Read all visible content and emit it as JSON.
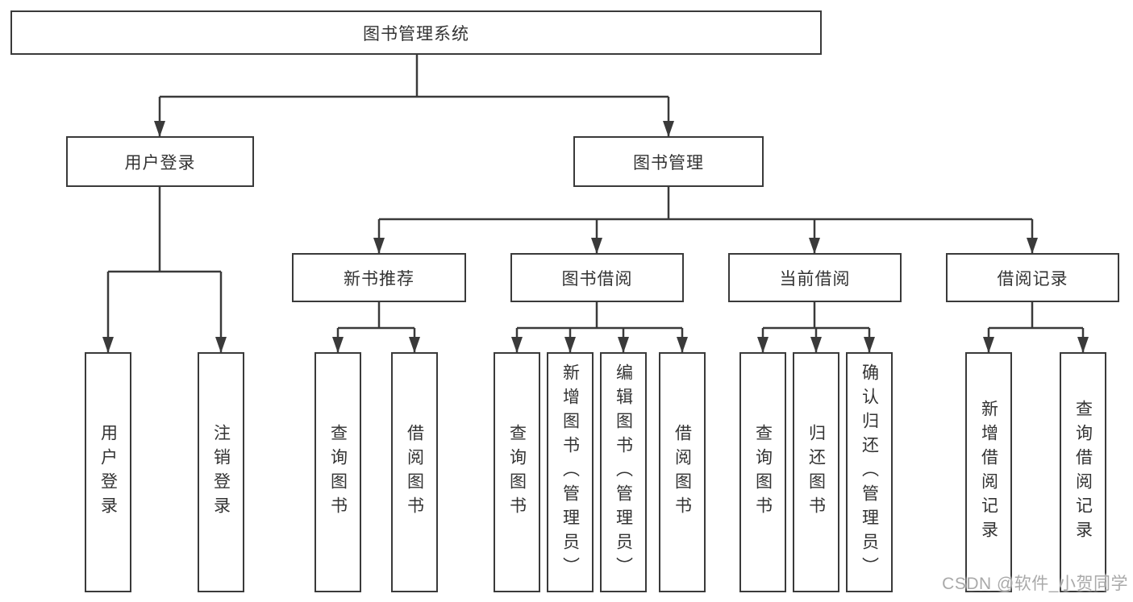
{
  "diagram_title": "图书管理系统",
  "nodes": {
    "root": {
      "label": "图书管理系统"
    },
    "user_login": {
      "label": "用户登录"
    },
    "book_management": {
      "label": "图书管理"
    },
    "new_book_rec": {
      "label": "新书推荐"
    },
    "book_borrow": {
      "label": "图书借阅"
    },
    "current_borrow": {
      "label": "当前借阅"
    },
    "borrow_records": {
      "label": "借阅记录"
    },
    "leaf_user_login": {
      "label": "用户登录"
    },
    "leaf_logout": {
      "label": "注销登录"
    },
    "leaf_nbr_query": {
      "label": "查询图书"
    },
    "leaf_nbr_borrow": {
      "label": "借阅图书"
    },
    "leaf_bb_query": {
      "label": "查询图书"
    },
    "leaf_bb_add": {
      "label": "新增图书（管理员）"
    },
    "leaf_bb_edit": {
      "label": "编辑图书（管理员）"
    },
    "leaf_bb_borrow": {
      "label": "借阅图书"
    },
    "leaf_cb_query": {
      "label": "查询图书"
    },
    "leaf_cb_return": {
      "label": "归还图书"
    },
    "leaf_cb_confirm": {
      "label": "确认归还（管理员）"
    },
    "leaf_br_add": {
      "label": "新增借阅记录"
    },
    "leaf_br_query": {
      "label": "查询借阅记录"
    }
  },
  "watermark": {
    "text": "CSDN @软件_小贺同学"
  },
  "colors": {
    "line": "#3a3a3a",
    "box_border": "#3a3a3a",
    "text": "#333333",
    "watermark": "#a9a9a9",
    "background": "#ffffff"
  }
}
